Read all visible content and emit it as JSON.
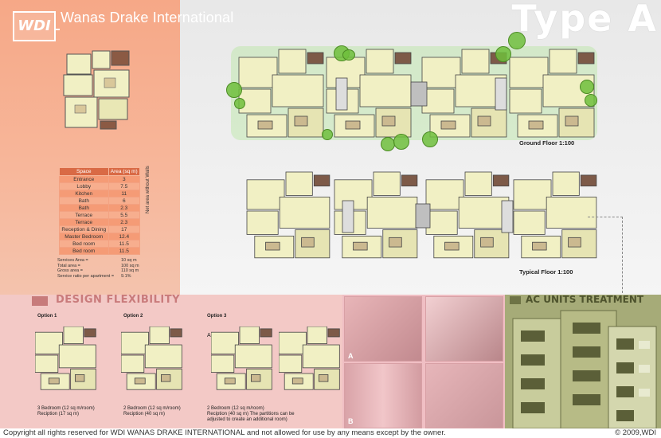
{
  "brand": {
    "logo": "WDI",
    "name": "Wanas Drake International"
  },
  "title": "Type A",
  "area_table": {
    "headers": [
      "Space",
      "Area (sq m)"
    ],
    "rows": [
      [
        "Entrance",
        "3"
      ],
      [
        "Lobby",
        "7.5"
      ],
      [
        "Kitchen",
        "11"
      ],
      [
        "Bath",
        "6"
      ],
      [
        "Bath",
        "2.3"
      ],
      [
        "Terrace",
        "5.5"
      ],
      [
        "Terrace",
        "2.3"
      ],
      [
        "Reception & Dining",
        "17"
      ],
      [
        "Master Bedroom",
        "12.4"
      ],
      [
        "Bed room",
        "11.5"
      ],
      [
        "Bed room",
        "11.5"
      ]
    ],
    "side_label": "Net area without Walls"
  },
  "summary": [
    [
      "Services Area =",
      "10 sq m"
    ],
    [
      "Total area =",
      "100 sq m"
    ],
    [
      "Gross area =",
      "110 sq m"
    ],
    [
      "Service ratio per apartment =",
      "9.1%"
    ]
  ],
  "plans": {
    "ground_label": "Ground Floor 1:100",
    "typical_label": "Typical Floor 1:100"
  },
  "design_flexibility": {
    "title": "DESIGN FLEXIBILITY",
    "options": [
      {
        "label": "Option 1",
        "desc1": "3 Bedroom (12 sq m/room)",
        "desc2": "Reciption (17 sq m)",
        "desc3": ""
      },
      {
        "label": "Option 2",
        "desc1": "2 Bedroom (12 sq m/room)",
        "desc2": "Reciption (40 sq m)",
        "desc3": ""
      },
      {
        "label": "Option 3",
        "desc1": "2 Bedroom (12 sq m/room)",
        "desc2": "Reciption (40 sq m) The partitions can be",
        "desc3": "adjusted to create an additional room)"
      }
    ],
    "variant_a": "A",
    "variant_b": "B"
  },
  "photos": {
    "label_a": "A",
    "label_b": "B"
  },
  "ac": {
    "title": "AC UNITS TREATMENT"
  },
  "footer": {
    "copyright": "Copyright all rights reserved for WDI WANAS DRAKE INTERNATIONAL and not allowed for use by any means except by the owner.",
    "year": "© 2009,WDI"
  },
  "colors": {
    "accent": "#d96a45",
    "panel_salmon": "#f6a887",
    "flex_pink": "#f3c9c6",
    "ac_olive": "#9aa06a",
    "plan_room": "#f1f0c4"
  }
}
